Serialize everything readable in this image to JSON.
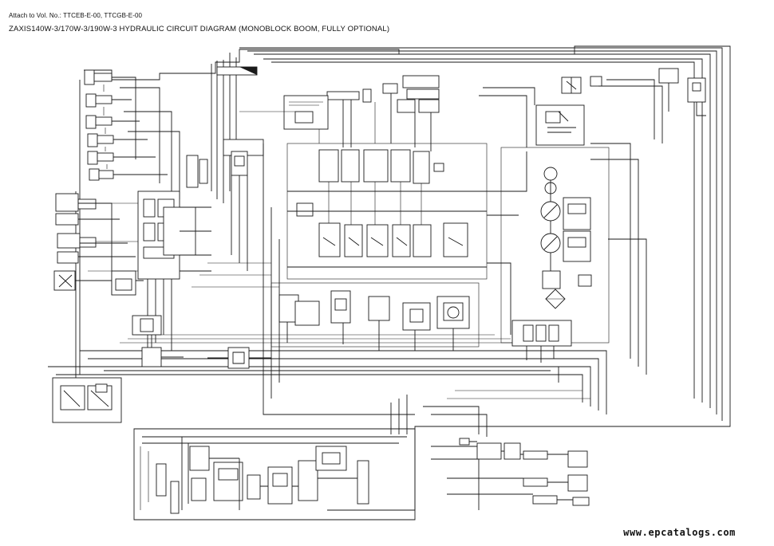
{
  "header": {
    "attach_note": "Attach to Vol. No.: TTCEB-E-00, TTCGB-E-00",
    "title": "ZAXIS140W-3/170W-3/190W-3 HYDRAULIC CIRCUIT DIAGRAM (MONOBLOCK BOOM, FULLY OPTIONAL)"
  },
  "watermark": "www.epcatalogs.com",
  "colors": {
    "line": "#1a1a1a",
    "background": "#ffffff"
  }
}
